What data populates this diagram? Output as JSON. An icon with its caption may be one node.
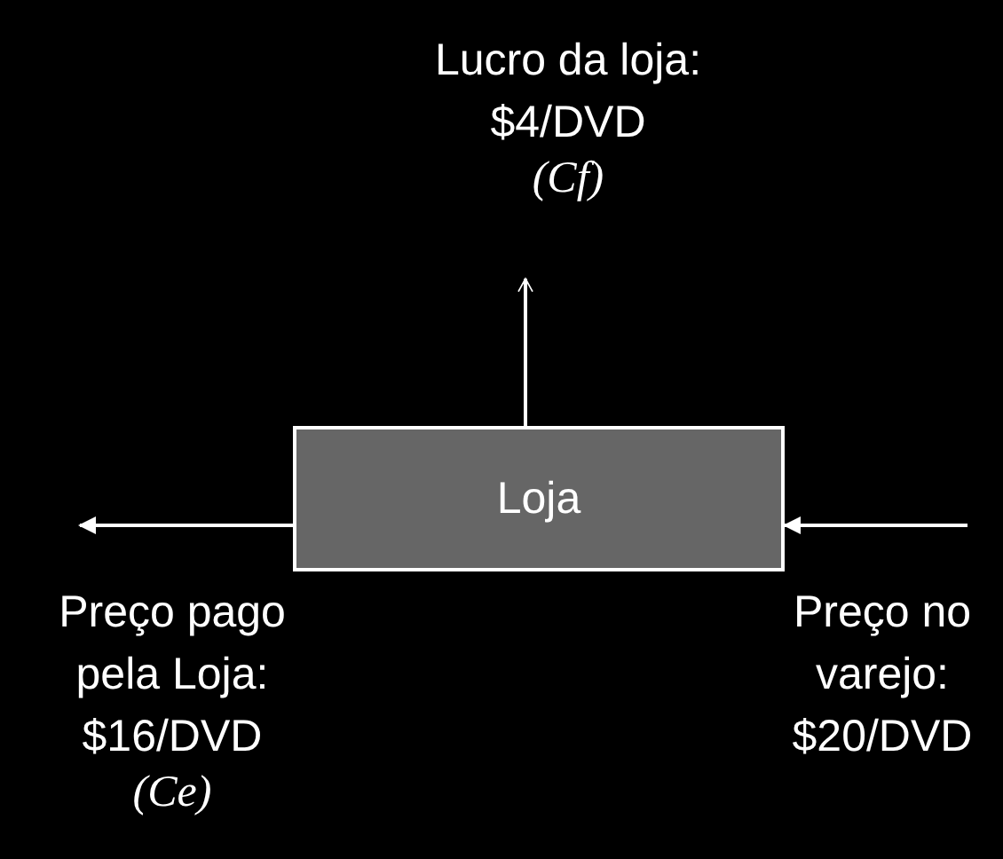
{
  "diagram": {
    "nodes": [
      {
        "text": [
          "Loja"
        ]
      },
      {
        "text": [
          "Lucro da loja: $4/DVD",
          "(Cf)"
        ]
      },
      {
        "text": [
          "Preço pago pela Loja: $16/DVD",
          "(Ce)"
        ]
      },
      {
        "text": [
          "Preço no varejo: $20/DVD"
        ]
      }
    ],
    "edges": [
      {
        "from": 0,
        "to": 1,
        "arrow": "to"
      },
      {
        "from": 0,
        "to": null,
        "arrow": "to"
      },
      {
        "from": null,
        "to": 0,
        "arrow": "to"
      }
    ]
  }
}
